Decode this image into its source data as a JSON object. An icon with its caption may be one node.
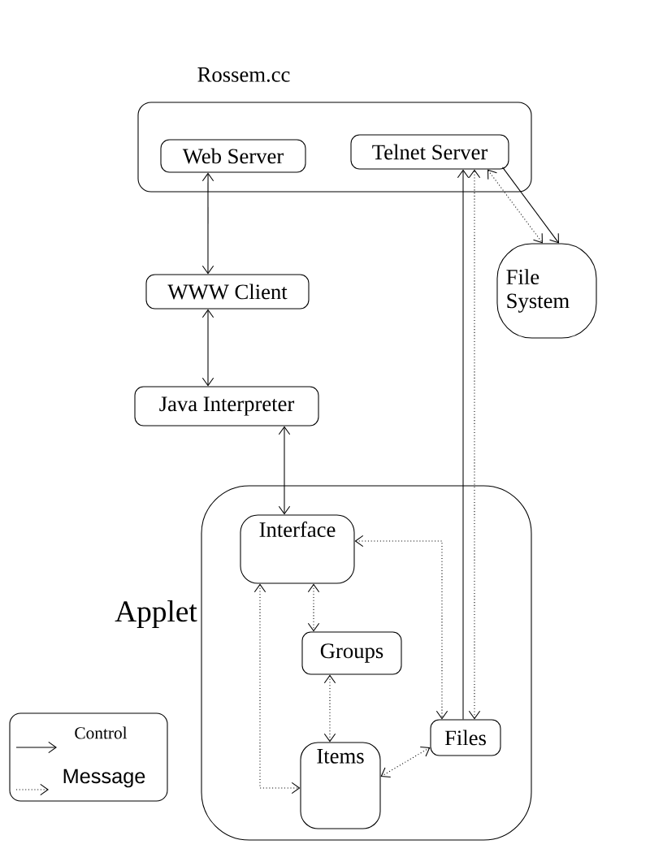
{
  "diagram": {
    "nodes": [
      {
        "text": [
          "Rossem.cc"
        ]
      },
      {
        "text": [
          "Web Server"
        ],
        "in": 0
      },
      {
        "text": [
          "Telnet Server"
        ],
        "in": 0
      },
      {
        "text": [
          "File System"
        ]
      },
      {
        "text": [
          "WWW Client"
        ]
      },
      {
        "text": [
          "Java Interpreter"
        ]
      },
      {
        "text": [
          "Applet"
        ]
      },
      {
        "text": [
          "Interface"
        ],
        "in": 6
      },
      {
        "text": [
          "Groups"
        ],
        "in": 6
      },
      {
        "text": [
          "Items"
        ],
        "in": 6
      },
      {
        "text": [
          "Files"
        ],
        "in": 6
      }
    ],
    "edges": [
      {
        "from": 1,
        "to": 4,
        "arrow": "both"
      },
      {
        "from": 4,
        "to": 5,
        "arrow": "both"
      },
      {
        "from": 5,
        "to": 7,
        "arrow": "both"
      },
      {
        "from": 2,
        "to": 3,
        "arrow": "to"
      },
      {
        "from": 2,
        "to": 3,
        "arrow": "both",
        "style": "dashed"
      },
      {
        "from": 10,
        "to": 2,
        "arrow": "to"
      },
      {
        "from": 10,
        "to": 2,
        "arrow": "both",
        "style": "dashed"
      },
      {
        "from": 7,
        "to": 10,
        "arrow": "both",
        "style": "dashed"
      },
      {
        "from": 7,
        "to": 8,
        "arrow": "both",
        "style": "dashed"
      },
      {
        "from": 8,
        "to": 9,
        "arrow": "both",
        "style": "dashed"
      },
      {
        "from": 7,
        "to": 9,
        "arrow": "both",
        "style": "dashed"
      },
      {
        "from": 10,
        "to": 9,
        "arrow": "both",
        "style": "dashed"
      }
    ],
    "legend": [
      {
        "text": "Control"
      },
      {
        "text": "Message"
      }
    ]
  }
}
